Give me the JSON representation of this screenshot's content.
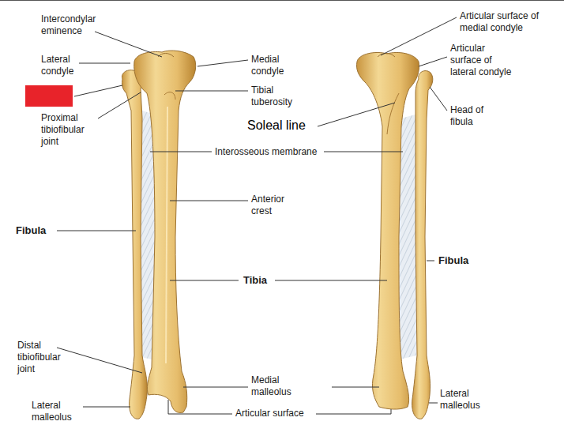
{
  "diagram": {
    "labels": [
      "Intercondylar eminence",
      "Lateral condyle",
      "Medial condyle",
      "Tibial tuberosity",
      "Proximal tibiofibular joint",
      "Articular surface of medial condyle",
      "Articular surface of lateral condyle",
      "Head of fibula",
      "Soleal line",
      "Interosseous membrane",
      "Anterior crest",
      "Fibula",
      "Fibula",
      "Tibia",
      "Distal tibiofibular joint",
      "Medial malleolus",
      "Lateral malleolus",
      "Articular surface",
      "Lateral malleolus"
    ]
  }
}
